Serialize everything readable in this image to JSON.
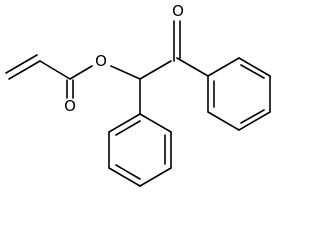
{
  "structure": {
    "atom_labels": {
      "ester_o": "O",
      "ester_carbonyl_o": "O",
      "ketone_o": "O"
    }
  }
}
